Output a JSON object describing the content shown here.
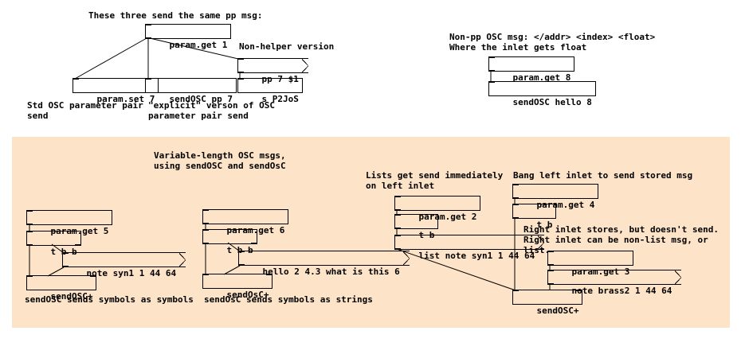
{
  "comments": {
    "top_header": "These three send the same pp msg:",
    "non_helper": "Non-helper version",
    "std_osc": "Std OSC parameter pair\nsend",
    "explicit": "\"explicit\" verson of OSC\nparameter pair send",
    "non_pp": "Non-pp OSC msg: </addr> <index> <float>\nWhere the inlet gets float",
    "variable_length": "Variable-length OSC msgs,\nusing sendOSC and sendOsC",
    "lists_immediate": "Lists get send immediately\non left inlet",
    "bang_left": "Bang left inlet to send stored msg",
    "right_inlet": "Right inlet stores, but doesn't send.\nRight inlet can be non-list msg, or\nlist.",
    "sends_symbols": "sendOSC sends symbols as symbols",
    "sends_strings": "sendOsC sends symbols as strings"
  },
  "objects": {
    "param_get_1": "param.get 1",
    "param_set_7": "param.set 7",
    "sendosc_pp_7": "sendOSC pp 7",
    "s_p2jos": "s P2JoS",
    "param_get_8": "param.get 8",
    "sendosc_hello_8": "sendOSC hello 8",
    "param_get_5": "param.get 5",
    "tbb_a": "t b b",
    "sendosc_plus_a": "sendOSC+",
    "param_get_6": "param.get 6",
    "tbb_b": "t b b",
    "sendosc_plus_b": "sendOsC+",
    "param_get_2": "param.get 2",
    "tb_a": "t b",
    "param_get_4": "param.get 4",
    "tb_b": "t b",
    "param_get_3": "param.get 3",
    "sendosc_plus_c": "sendOSC+"
  },
  "messages": {
    "pp_7": "pp 7 $1",
    "note_syn1": "note syn1 1 44 64",
    "hello_msg": "hello 2 4.3 what is this 6",
    "list_note": "list note syn1 1 44 64",
    "note_brass2": "note brass2 1 44 64"
  },
  "colors": {
    "canvas_bg": "#ffffff",
    "region_bg": "#fde3c8",
    "ink": "#000000"
  }
}
